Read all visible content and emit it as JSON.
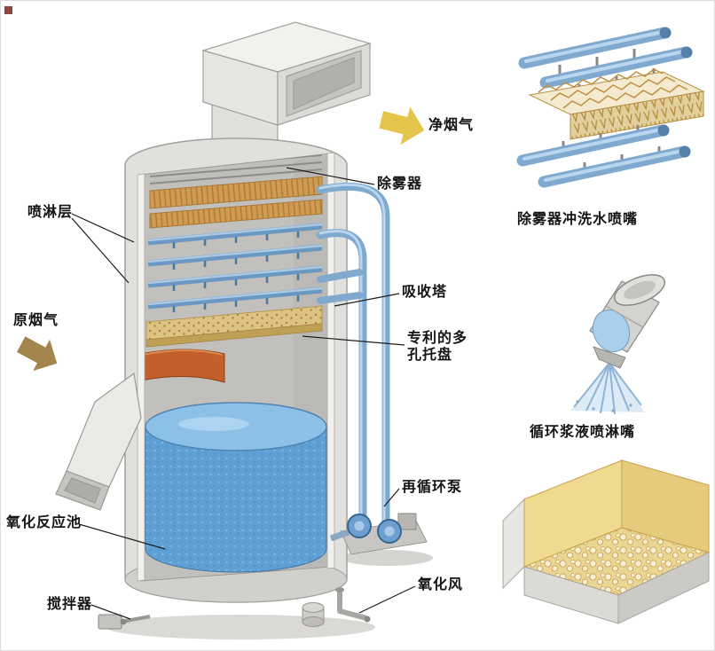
{
  "figure": {
    "subject": "Wet flue gas desulfurization absorber tower cutaway with detail views"
  },
  "tower_labels": {
    "clean_flue_gas": "净烟气",
    "mist_eliminator": "除雾器",
    "spray_layers": "喷淋层",
    "absorber_tower": "吸收塔",
    "raw_flue_gas": "原烟气",
    "perforated_tray": [
      "专利的多",
      "孔托盘"
    ],
    "recirculation_pump": "再循环泵",
    "oxidation_pool": "氧化反应池",
    "agitator": "搅拌器",
    "oxidation_air": "氧化风"
  },
  "detail_captions": {
    "demister_wash_nozzles": "除雾器冲洗水喷嘴",
    "slurry_spray_nozzle": "循环浆液喷淋嘴"
  },
  "colors": {
    "clean_gas_arrow": "#e5c44c",
    "raw_gas_arrow": "#a5854e",
    "pipe_blue": "#7fa9cf",
    "slurry_blue": "#5e9fd4",
    "demister_orange": "#d19b52",
    "tray_yellow": "#dcc382",
    "shell_gray": "#e2e0dc",
    "label_text": "#141414"
  }
}
